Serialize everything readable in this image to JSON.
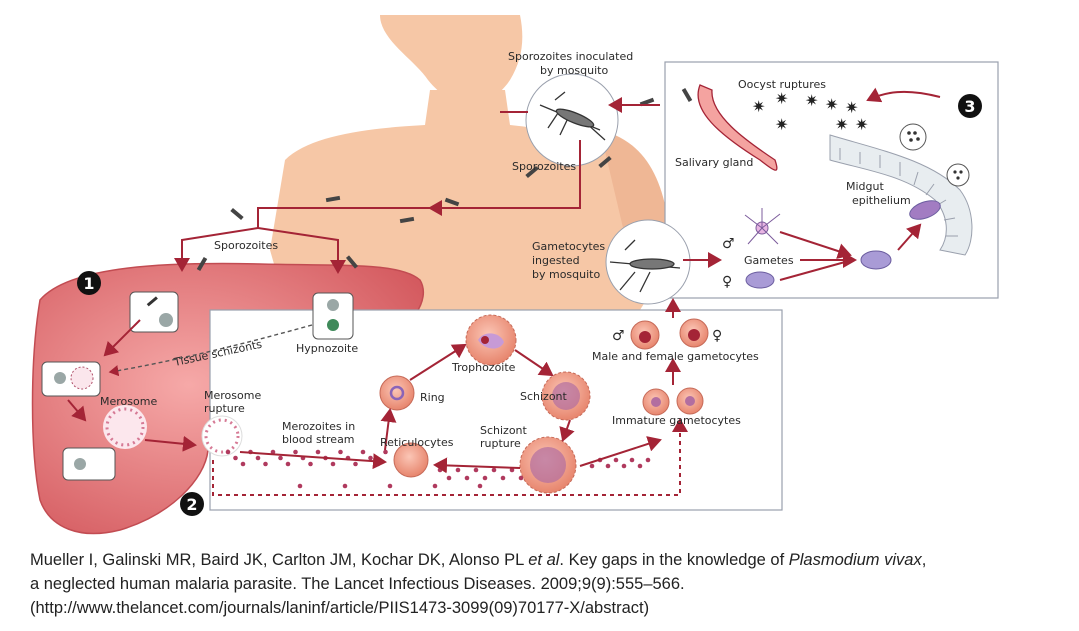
{
  "figure": {
    "labels": {
      "sporozoites_inoculated": "Sporozoites inoculated",
      "by_mosquito": "by mosquito",
      "oocyst_ruptures": "Oocyst ruptures",
      "salivary_gland": "Salivary gland",
      "midgut": "Midgut",
      "epithelium": "epithelium",
      "sporozoites_upper": "Sporozoites",
      "sporozoites_left": "Sporozoites",
      "gametocytes_ingested_1": "Gametocytes",
      "gametocytes_ingested_2": "ingested",
      "gametocytes_ingested_3": "by mosquito",
      "gametes": "Gametes",
      "tissue_schizonts": "Tissue schizonts",
      "hypnozoite": "Hypnozoite",
      "merosome": "Merosome",
      "merosome_rupture_1": "Merosome",
      "merosome_rupture_2": "rupture",
      "merozoites_1": "Merozoites in",
      "merozoites_2": "blood stream",
      "ring": "Ring",
      "trophozoite": "Trophozoite",
      "schizont": "Schizont",
      "schizont_rupture_1": "Schizont",
      "schizont_rupture_2": "rupture",
      "reticulocytes": "Reticulocytes",
      "male_female_gametocytes": "Male and female gametocytes",
      "immature_gametocytes": "Immature gametocytes",
      "male_symbol": "♂",
      "female_symbol": "♀"
    },
    "step_numbers": {
      "one": "1",
      "two": "2",
      "three": "3"
    },
    "colors": {
      "skin": "#f6c7a6",
      "liver": "#dd6b6e",
      "arrow": "#a42436",
      "cell_red": "#f08d78",
      "gametocyte": "#9b8ec8",
      "box_border": "#9aa0ad"
    }
  },
  "caption": {
    "line1_a": "Mueller I, Galinski MR, Baird JK, Carlton JM, Kochar DK, Alonso PL ",
    "line1_b": "et al",
    "line1_c": ". Key gaps in the knowledge of ",
    "line1_d": "Plasmodium vivax",
    "line1_e": ",",
    "line2": "a neglected human malaria parasite. The Lancet Infectious Diseases. 2009;9(9):555–566.",
    "line3": "(http://www.thelancet.com/journals/laninf/article/PIIS1473-3099(09)70177-X/abstract)"
  }
}
